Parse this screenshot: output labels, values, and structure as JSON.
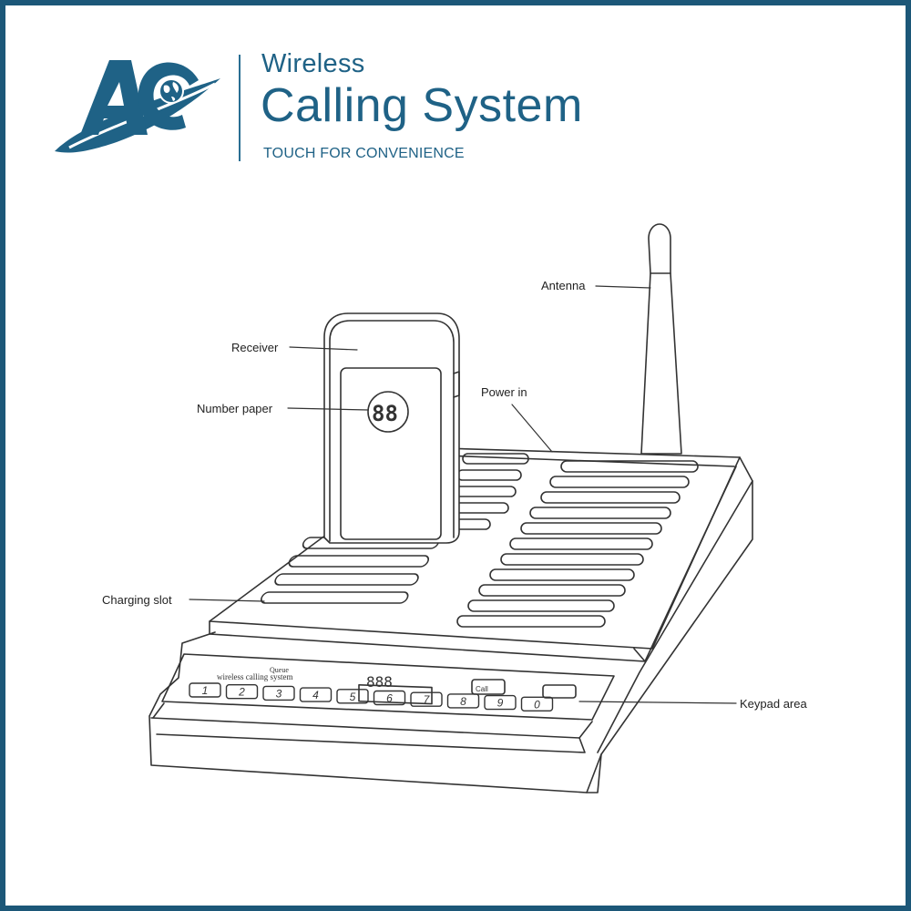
{
  "brand": {
    "logo_text": "AC",
    "line1": "Wireless",
    "line2": "Calling System",
    "tagline": "TOUCH FOR CONVENIENCE"
  },
  "callouts": {
    "antenna": "Antenna",
    "receiver": "Receiver",
    "number_paper": "Number paper",
    "power_in": "Power in",
    "charging_slot": "Charging slot",
    "keypad_area": "Keypad area"
  },
  "device": {
    "brand_text": "Queue",
    "model_text": "wireless calling system",
    "display_digits": "888",
    "receiver_number": "88",
    "call_label": "Call",
    "keys": [
      "1",
      "2",
      "3",
      "4",
      "5",
      "6",
      "7",
      "8",
      "9",
      "0"
    ]
  },
  "colors": {
    "brand_blue": "#1f6286",
    "frame_blue": "#1c5778",
    "line_art": "#333333"
  }
}
